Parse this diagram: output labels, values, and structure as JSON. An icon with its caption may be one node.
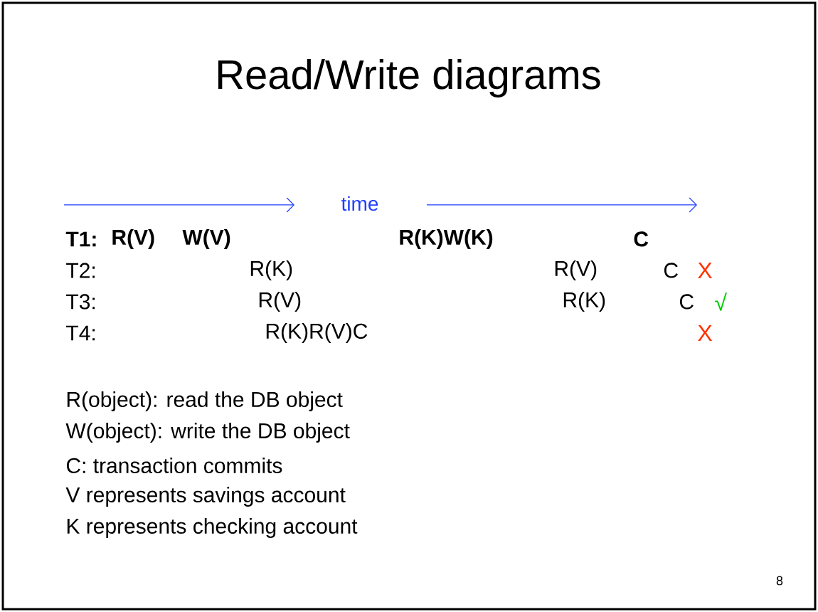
{
  "diagram": {
    "title": "Read/Write diagrams",
    "labels": [
      "time",
      "T1:",
      "R(V)",
      "W(V)",
      "R(K)W(K)",
      "C",
      "T2:",
      "R(K)",
      "R(V)",
      "C",
      "X",
      "T3:",
      "R(V)",
      "R(K)",
      "C",
      "√",
      "T4:",
      "R(K)R(V)C",
      "X",
      "R(object):  read the DB object",
      "W(object):  write the DB object",
      "C: transaction commits",
      "V represents savings account",
      "K represents checking account",
      "8"
    ]
  }
}
